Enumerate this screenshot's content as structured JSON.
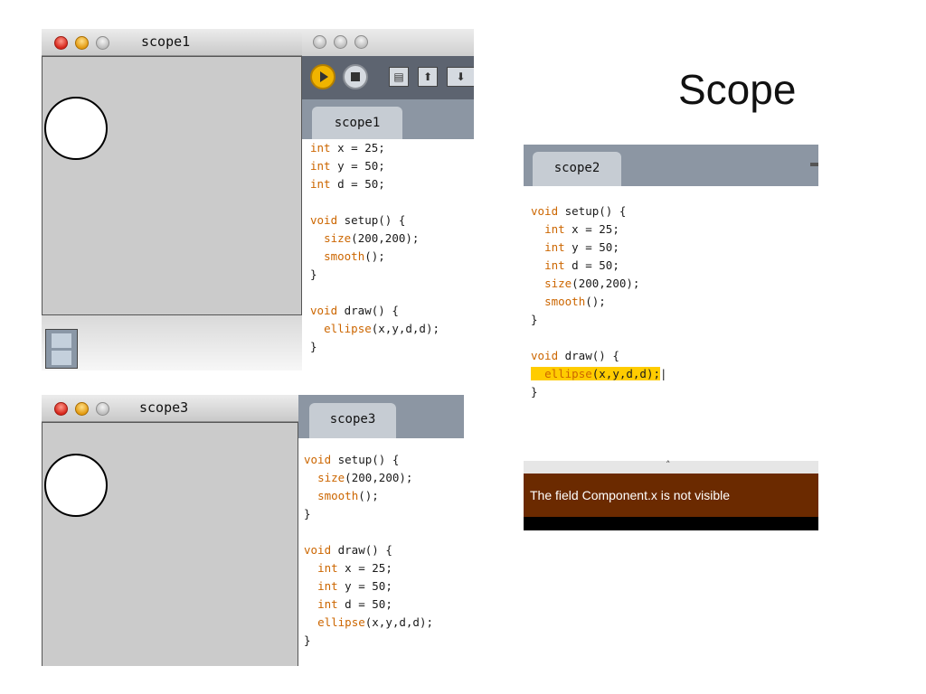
{
  "slide": {
    "title": "Scope"
  },
  "scope1": {
    "window_title": "scope1",
    "tab_label": "scope1",
    "code": [
      {
        "k": "int",
        "t": " x = 25;"
      },
      {
        "k": "int",
        "t": " y = 50;"
      },
      {
        "k": "int",
        "t": " d = 50;"
      },
      {
        "k": "",
        "t": ""
      },
      {
        "k": "void",
        "t": " draw() {"
      },
      {
        "k": "",
        "t": ""
      }
    ]
  },
  "scope2": {
    "tab_label": "scope2",
    "error_message": "The field Component.x is not visible"
  },
  "scope3": {
    "window_title": "scope3",
    "tab_label": "scope3"
  },
  "colors": {
    "keyword": "#cc6600",
    "highlight": "#ffcc00",
    "error_bg": "#6b2a00",
    "canvas_bg": "#cbcbcb"
  },
  "icons": [
    "close-icon",
    "minimize-icon",
    "zoom-icon",
    "run-icon",
    "stop-icon",
    "new-icon",
    "open-icon",
    "save-icon",
    "film-icon"
  ]
}
